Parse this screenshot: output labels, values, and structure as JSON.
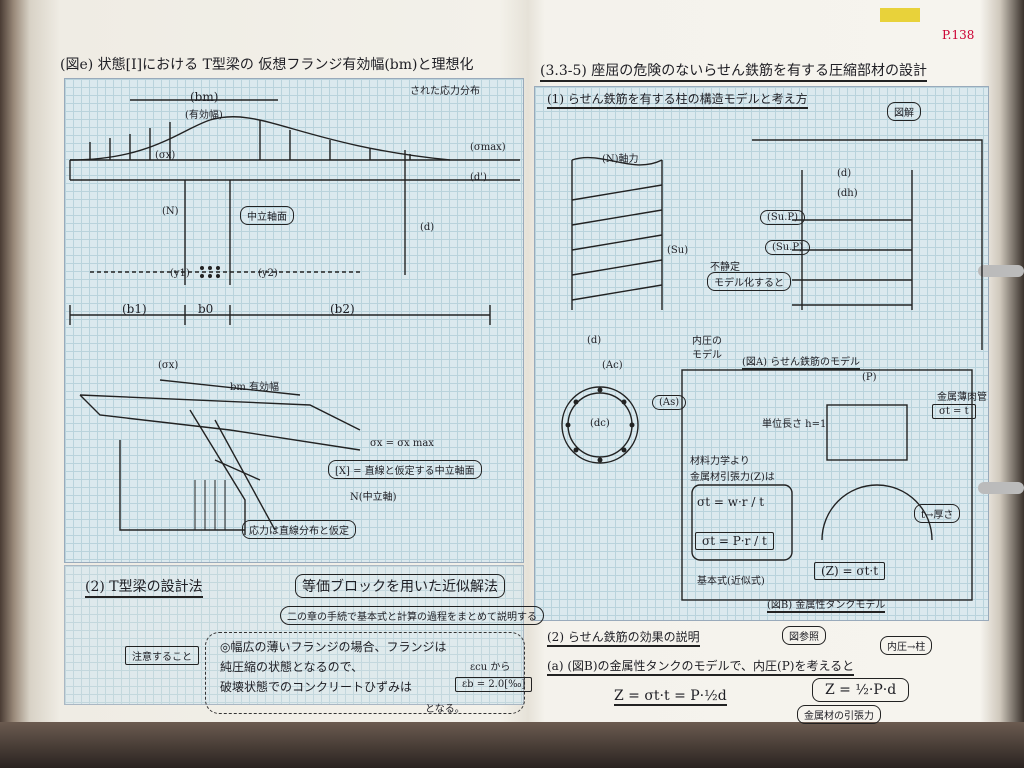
{
  "left_page": {
    "heading": "(図e) 状態[I]における T型梁の 仮想フランジ有効幅(bm)と理想化",
    "heading_cont": "された応力分布",
    "fig1": {
      "bm": "(bm)",
      "bm_sub": "(有効幅)",
      "sigma": "(σx)",
      "sigma_max": "(σmax)",
      "d": "(d)",
      "dprime": "(d')",
      "n": "(N)",
      "neutral": "中立軸面",
      "y1": "(y1)",
      "y2": "(y2)",
      "b1": "(b1)",
      "b0": "b0",
      "b2": "(b2)"
    },
    "fig2": {
      "sigma": "(σx)",
      "bm": "bm 有効幅",
      "sigma_eq": "σx = σx max",
      "x_label": "[X] = 直線と仮定する中立軸面",
      "n_label": "N(中立軸)",
      "stress_note": "応力は直線分布と仮定"
    },
    "section2": {
      "title": "(2) T型梁の設計法",
      "method": "等価ブロックを用いた近似解法",
      "procedure": "二の章の手続で基本式と計算の過程をまとめて説明する",
      "caution": "注意すること",
      "note_lines": [
        "◎幅広の薄いフランジの場合、フランジは",
        "純圧縮の状態となるので、",
        "破壊状態でのコンクリートひずみは"
      ],
      "ecu": "εcu から",
      "eb": "εb = 2.0[‰]",
      "end": "となる。"
    }
  },
  "right_page": {
    "page_number": "P.138",
    "heading": "(3.3-5) 座屈の危険のないらせん鉄筋を有する圧縮部材の設計",
    "sub1": "(1) らせん鉄筋を有する柱の構造モデルと考え方",
    "zukai": "図解",
    "fig_a": {
      "axial": "(N)軸力",
      "su": "(Su)",
      "static": "不静定",
      "model": "モデル化すると",
      "d": "(d)",
      "ac": "(Ac)",
      "dc": "(dc)",
      "as": "(As)",
      "inner": "内圧の",
      "inner2": "モデル",
      "caption": "(図A) らせん鉄筋のモデル",
      "d1": "(d)",
      "dh": "(dh)",
      "su_p1": "(Su.P)",
      "su_p2": "(Su.P)"
    },
    "fig_b": {
      "p": "(P)",
      "unit": "単位長さ h=1",
      "material": "材料力学より",
      "tension": "金属材引張力(Z)は",
      "f1": "σt = w·r / t",
      "f2": "σt = P·r / t",
      "basic": "基本式(近似式)",
      "z": "(Z) = σt·t",
      "sigma_t": "σt = t",
      "caption": "(図B) 金属性タンクモデル",
      "thin": "金属薄肉管",
      "t_label": "t→厚さ"
    },
    "sub2": {
      "title": "(2) らせん鉄筋の効果の説明",
      "ref": "図参照",
      "line": "(a) (図B)の金属性タンクのモデルで、内圧(P)を考えると",
      "eq1": "Z = σt·t = P·½d",
      "eq2": "Z = ½·P·d",
      "inner": "内圧→柱",
      "tension": "金属材の引張力"
    }
  }
}
